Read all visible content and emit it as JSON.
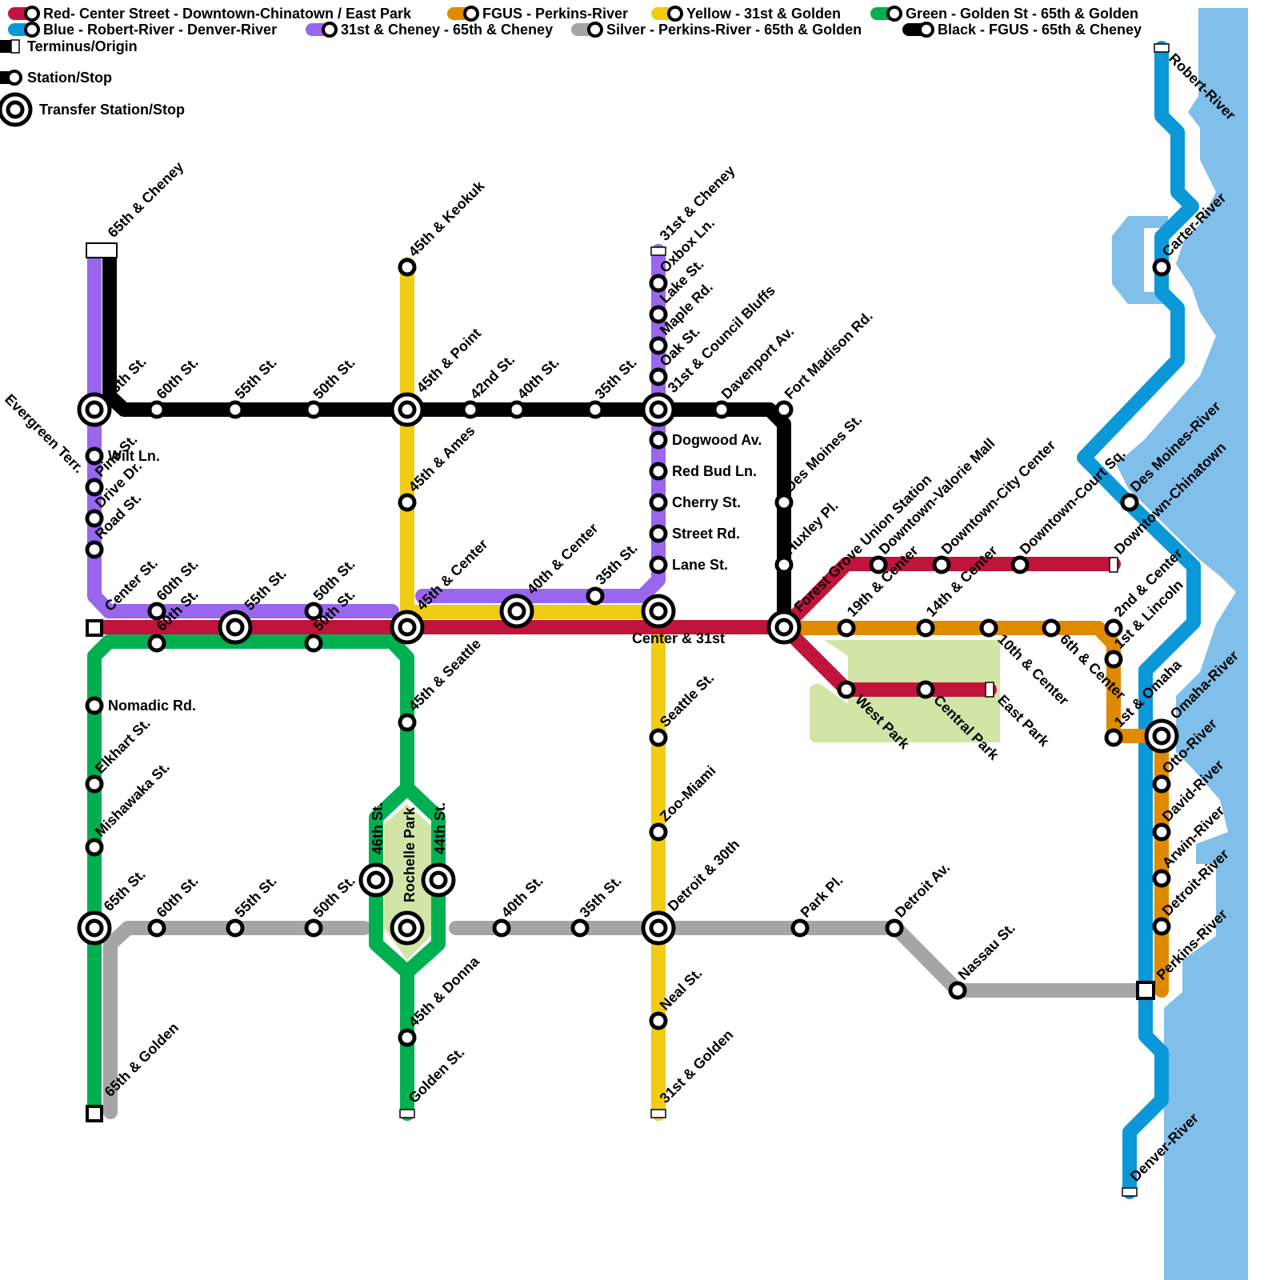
{
  "colors": {
    "red": "#c0143c",
    "blue": "#0b98d8",
    "orange": "#e08a00",
    "yellow": "#f0cc14",
    "green": "#00b050",
    "purple": "#9966ee",
    "silver": "#a5a5a5",
    "black": "#000000",
    "water": "#7fbfea",
    "park": "#d1e6a6"
  },
  "legend": {
    "lines": [
      {
        "color": "red",
        "label": "Red- Center Street - Downtown-Chinatown / East Park"
      },
      {
        "color": "orange",
        "label": "FGUS - Perkins-River"
      },
      {
        "color": "yellow",
        "label": "Yellow - 31st & Golden"
      },
      {
        "color": "green",
        "label": "Green - Golden St - 65th & Golden"
      },
      {
        "color": "blue",
        "label": "Blue - Robert-River - Denver-River"
      },
      {
        "color": "purple",
        "label": "31st & Cheney - 65th & Cheney"
      },
      {
        "color": "silver",
        "label": "Silver - Perkins-River - 65th & Golden"
      },
      {
        "color": "black",
        "label": "Black - FGUS - 65th & Cheney"
      }
    ],
    "symbols": {
      "terminus": "Terminus/Origin",
      "station": "Station/Stop",
      "transfer": "Transfer Station/Stop"
    }
  },
  "stations": [
    {
      "id": "s65cheney",
      "name": "65th & Cheney",
      "type": "terminus"
    },
    {
      "id": "s65st_top",
      "name": "65th St.",
      "type": "transfer"
    },
    {
      "id": "evergreen",
      "name": "Evergreen Terr.",
      "type": "label"
    },
    {
      "id": "b60",
      "name": "60th St.",
      "type": "stop"
    },
    {
      "id": "b55",
      "name": "55th St.",
      "type": "stop"
    },
    {
      "id": "b50",
      "name": "50th St.",
      "type": "stop"
    },
    {
      "id": "s45point",
      "name": "45th & Point",
      "type": "transfer"
    },
    {
      "id": "b42",
      "name": "42nd St.",
      "type": "stop"
    },
    {
      "id": "b40",
      "name": "40th St.",
      "type": "stop"
    },
    {
      "id": "b35",
      "name": "35th St.",
      "type": "stop"
    },
    {
      "id": "s31council",
      "name": "31st & Council Bluffs",
      "type": "transfer"
    },
    {
      "id": "davenport",
      "name": "Davenport Av.",
      "type": "stop"
    },
    {
      "id": "fortmadison",
      "name": "Fort Madison Rd.",
      "type": "stop"
    },
    {
      "id": "desmoinesst",
      "name": "Des Moines St.",
      "type": "stop"
    },
    {
      "id": "huxley",
      "name": "Huxley Pl.",
      "type": "stop"
    },
    {
      "id": "fgus",
      "name": "Forest Grove Union Station",
      "type": "transfer"
    },
    {
      "id": "s45keokuk",
      "name": "45th & Keokuk",
      "type": "stop"
    },
    {
      "id": "s45ames",
      "name": "45th & Ames",
      "type": "stop"
    },
    {
      "id": "s45center",
      "name": "45th & Center",
      "type": "transfer"
    },
    {
      "id": "s40center",
      "name": "40th & Center",
      "type": "transfer"
    },
    {
      "id": "s35st_p",
      "name": "35th St.",
      "type": "stop"
    },
    {
      "id": "center31",
      "name": "Center & 31st",
      "type": "transfer"
    },
    {
      "id": "s31cheney",
      "name": "31st & Cheney",
      "type": "terminus"
    },
    {
      "id": "oxbox",
      "name": "Oxbox Ln.",
      "type": "stop"
    },
    {
      "id": "lake",
      "name": "Lake St.",
      "type": "stop"
    },
    {
      "id": "maple",
      "name": "Maple Rd.",
      "type": "stop"
    },
    {
      "id": "oak",
      "name": "Oak St.",
      "type": "stop"
    },
    {
      "id": "dogwood",
      "name": "Dogwood Av.",
      "type": "stop"
    },
    {
      "id": "redbud",
      "name": "Red Bud Ln.",
      "type": "stop"
    },
    {
      "id": "cherry",
      "name": "Cherry St.",
      "type": "stop"
    },
    {
      "id": "street",
      "name": "Street Rd.",
      "type": "stop"
    },
    {
      "id": "lane",
      "name": "Lane St.",
      "type": "stop"
    },
    {
      "id": "wilt",
      "name": "Wilt Ln.",
      "type": "stop"
    },
    {
      "id": "pine",
      "name": "Pine St.",
      "type": "stop"
    },
    {
      "id": "drive",
      "name": "Drive Dr.",
      "type": "stop"
    },
    {
      "id": "road",
      "name": "Road St.",
      "type": "stop"
    },
    {
      "id": "centerst",
      "name": "Center St.",
      "type": "terminus"
    },
    {
      "id": "p60",
      "name": "60th St.",
      "type": "stop"
    },
    {
      "id": "r60",
      "name": "60th St.",
      "type": "stop"
    },
    {
      "id": "s55",
      "name": "55th St.",
      "type": "transfer"
    },
    {
      "id": "p50",
      "name": "50th St.",
      "type": "stop"
    },
    {
      "id": "r50",
      "name": "50th St.",
      "type": "stop"
    },
    {
      "id": "s45seattle",
      "name": "45th & Seattle",
      "type": "stop"
    },
    {
      "id": "nomadic",
      "name": "Nomadic Rd.",
      "type": "stop"
    },
    {
      "id": "elkhart",
      "name": "Elkhart St.",
      "type": "stop"
    },
    {
      "id": "mishawaka",
      "name": "Mishawaka St.",
      "type": "stop"
    },
    {
      "id": "s65st_bot",
      "name": "65th St.",
      "type": "transfer"
    },
    {
      "id": "g60",
      "name": "60th St.",
      "type": "stop"
    },
    {
      "id": "g55",
      "name": "55th St.",
      "type": "stop"
    },
    {
      "id": "g50",
      "name": "50th St.",
      "type": "stop"
    },
    {
      "id": "s46",
      "name": "46th St.",
      "type": "transfer"
    },
    {
      "id": "rochelle",
      "name": "Rochelle Park",
      "type": "transfer"
    },
    {
      "id": "s44",
      "name": "44th St.",
      "type": "transfer"
    },
    {
      "id": "g40",
      "name": "40th St.",
      "type": "stop"
    },
    {
      "id": "g35",
      "name": "35th St.",
      "type": "stop"
    },
    {
      "id": "detroit30",
      "name": "Detroit & 30th",
      "type": "transfer"
    },
    {
      "id": "parkpl",
      "name": "Park Pl.",
      "type": "stop"
    },
    {
      "id": "detroitav",
      "name": "Detroit Av.",
      "type": "stop"
    },
    {
      "id": "nassau",
      "name": "Nassau St.",
      "type": "stop"
    },
    {
      "id": "s65golden",
      "name": "65th & Golden",
      "type": "terminus"
    },
    {
      "id": "s45donna",
      "name": "45th & Donna",
      "type": "stop"
    },
    {
      "id": "goldenst",
      "name": "Golden St.",
      "type": "terminus"
    },
    {
      "id": "seattlest",
      "name": "Seattle St.",
      "type": "stop"
    },
    {
      "id": "zoo",
      "name": "Zoo-Miami",
      "type": "stop"
    },
    {
      "id": "neal",
      "name": "Neal St.",
      "type": "stop"
    },
    {
      "id": "s31golden",
      "name": "31st & Golden",
      "type": "terminus"
    },
    {
      "id": "c19",
      "name": "19th & Center",
      "type": "stop"
    },
    {
      "id": "c14",
      "name": "14th & Center",
      "type": "stop"
    },
    {
      "id": "c10",
      "name": "10th & Center",
      "type": "stop"
    },
    {
      "id": "c6",
      "name": "6th & Center",
      "type": "stop"
    },
    {
      "id": "c2",
      "name": "2nd & Center",
      "type": "stop"
    },
    {
      "id": "lincoln",
      "name": "1st & Lincoln",
      "type": "stop"
    },
    {
      "id": "omaha1",
      "name": "1st & Omaha",
      "type": "stop"
    },
    {
      "id": "valorie",
      "name": "Downtown-Valorie Mall",
      "type": "stop"
    },
    {
      "id": "citycenter",
      "name": "Downtown-City Center",
      "type": "stop"
    },
    {
      "id": "courtsq",
      "name": "Downtown-Court Sq.",
      "type": "stop"
    },
    {
      "id": "chinatown",
      "name": "Downtown-Chinatown",
      "type": "terminus"
    },
    {
      "id": "westpark",
      "name": "West Park",
      "type": "stop"
    },
    {
      "id": "centralpark",
      "name": "Central Park",
      "type": "stop"
    },
    {
      "id": "eastpark",
      "name": "East Park",
      "type": "terminus"
    },
    {
      "id": "robertriver",
      "name": "Robert-River",
      "type": "terminus"
    },
    {
      "id": "carter",
      "name": "Carter-River",
      "type": "stop"
    },
    {
      "id": "desmoinesriver",
      "name": "Des Moines-River",
      "type": "stop"
    },
    {
      "id": "omahariver",
      "name": "Omaha-River",
      "type": "transfer"
    },
    {
      "id": "otto",
      "name": "Otto-River",
      "type": "stop"
    },
    {
      "id": "david",
      "name": "David-River",
      "type": "stop"
    },
    {
      "id": "arwin",
      "name": "Arwin-River",
      "type": "stop"
    },
    {
      "id": "detroitriver",
      "name": "Detroit-River",
      "type": "stop"
    },
    {
      "id": "perkins",
      "name": "Perkins-River",
      "type": "terminus"
    },
    {
      "id": "denver",
      "name": "Denver-River",
      "type": "terminus"
    }
  ]
}
